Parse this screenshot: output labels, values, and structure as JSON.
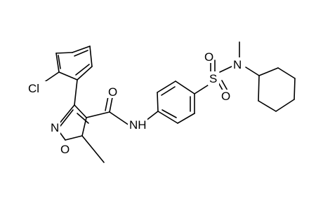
{
  "structure": {
    "atom_labels": {
      "chlorine": "Cl",
      "ring_nitrogen": "N",
      "ring_oxygen": "O",
      "carbonyl_oxygen": "O",
      "amide_nh": "NH",
      "sulfur": "S",
      "sulfonyl_oxygen_top": "O",
      "sulfonyl_oxygen_bottom": "O",
      "sulfonamide_nitrogen": "N"
    }
  },
  "colors": {
    "bond": "#000000",
    "label": "#000000",
    "background": "#ffffff"
  }
}
